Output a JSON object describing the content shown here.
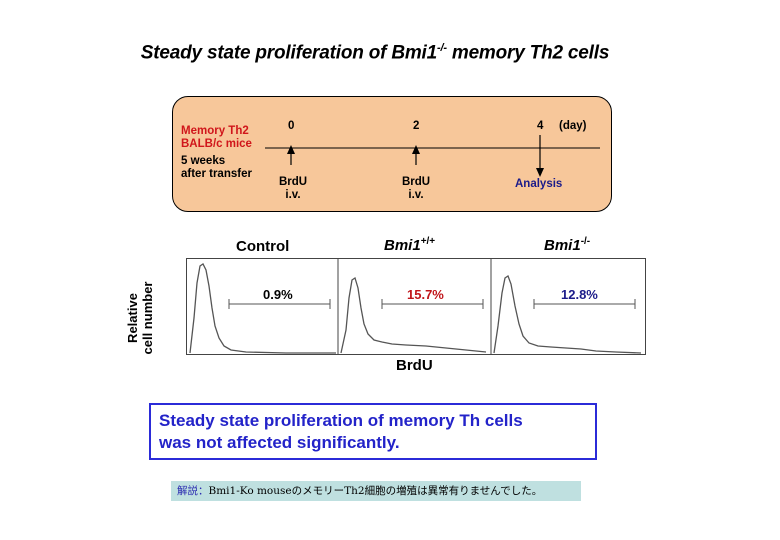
{
  "title": {
    "text": "Steady state proliferation of Bmi1",
    "sup": "-/-",
    "rest": " memory Th2 cells"
  },
  "timeline": {
    "label_line1": "Memory Th2",
    "label_line2": "BALB/c mice",
    "label_line3": "5 weeks",
    "label_line4": "after transfer",
    "ticks": [
      "0",
      "2",
      "4"
    ],
    "unit": "(day)",
    "events": [
      {
        "line1": "BrdU",
        "line2": "i.v."
      },
      {
        "line1": "BrdU",
        "line2": "i.v."
      }
    ],
    "analysis": "Analysis",
    "colors": {
      "red": "#d0161b",
      "navy": "#1b1b8a",
      "box": "#f7c79a"
    }
  },
  "panels": [
    {
      "title": "Control",
      "title_sup": "",
      "percent": "0.9%",
      "percent_color": "#000000",
      "proliferating_fraction": 0.009
    },
    {
      "title": "Bmi1",
      "title_sup": "+/+",
      "percent": "15.7%",
      "percent_color": "#c0151a",
      "proliferating_fraction": 0.157
    },
    {
      "title": "Bmi1",
      "title_sup": "-/-",
      "percent": "12.8%",
      "percent_color": "#1b1b8a",
      "proliferating_fraction": 0.128
    }
  ],
  "axes": {
    "ylabel_line1": "Relative",
    "ylabel_line2": "cell number",
    "xlabel": "BrdU"
  },
  "conclusion": {
    "line1": "Steady state proliferation of memory Th cells",
    "line2": "was not affected significantly."
  },
  "note": {
    "label": "解説：",
    "text": "Bmi1-Ko mouseのメモリーTh2細胞の増殖は異常有りませんでした。"
  }
}
